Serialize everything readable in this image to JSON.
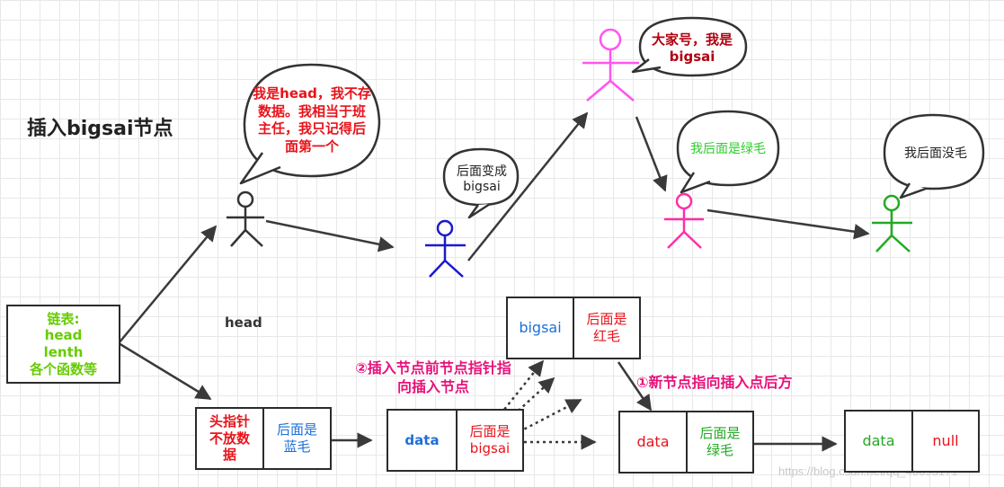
{
  "title": "插入bigsai节点",
  "head_label": "head",
  "bubbles": {
    "head_speech": "我是head，我不存数据。我相当于班主任，我只记得后面第一个",
    "blue_speech": "后面变成bigsai",
    "pink_top_speech": "大家号，我是bigsai",
    "pink_mid_speech": "我后面是绿毛",
    "green_speech": "我后面没毛"
  },
  "list_box": {
    "line1": "链表:",
    "line2": "head",
    "line3": "lenth",
    "line4": "各个函数等"
  },
  "nodes": {
    "head_node": {
      "data": "头指针不放数据",
      "next": "后面是蓝毛"
    },
    "blue_node": {
      "data": "data",
      "next": "后面是bigsai"
    },
    "bigsai_node": {
      "data": "bigsai",
      "next": "后面是红毛"
    },
    "red_node": {
      "data": "data",
      "next": "后面是绿毛"
    },
    "green_node": {
      "data": "data",
      "next": "null"
    }
  },
  "steps": {
    "step2": "②插入节点前节点指针指向插入节点",
    "step1": "①新节点指向插入点后方"
  },
  "watermark": "https://blog.csdn.net/qq_40693171",
  "colors": {
    "red": "#e8131b",
    "blue": "#1e6fd9",
    "green": "#22aa22",
    "pink": "#ff33cc",
    "magenta": "#e8127a",
    "lime": "#66cc00",
    "dark": "#2b2b2b",
    "stick_black": "#333333",
    "stick_blue": "#1a1acc",
    "stick_violet": "#ff55ee",
    "stick_pink": "#ff2fa8",
    "stick_green": "#22aa22"
  }
}
